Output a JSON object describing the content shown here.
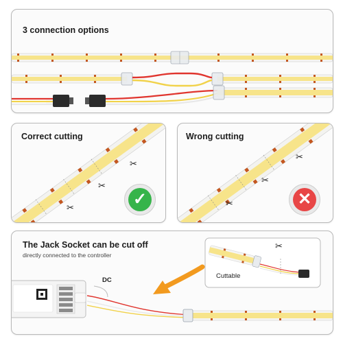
{
  "panel_top": {
    "title": "3 connection options"
  },
  "panel_correct": {
    "title": "Correct cutting",
    "badge_icon": "check-icon",
    "badge_color": "#36b44a"
  },
  "panel_wrong": {
    "title": "Wrong cutting",
    "badge_icon": "cross-icon",
    "badge_color": "#e84646"
  },
  "panel_jack": {
    "title": "The Jack Socket can be cut off",
    "subtitle": "directly connected to the controller",
    "dc_label": "DC",
    "inset_label": "Cuttable"
  },
  "colors": {
    "strip_yellow": "#f7e48a",
    "strip_pad": "#c4571f",
    "wire_red": "#e0352e",
    "wire_yellow": "#f1d24a",
    "wire_white": "#e8e8e8",
    "arrow_orange": "#f29a1f",
    "panel_border": "#b8b8b8"
  },
  "icons": {
    "scissors": "✂"
  }
}
